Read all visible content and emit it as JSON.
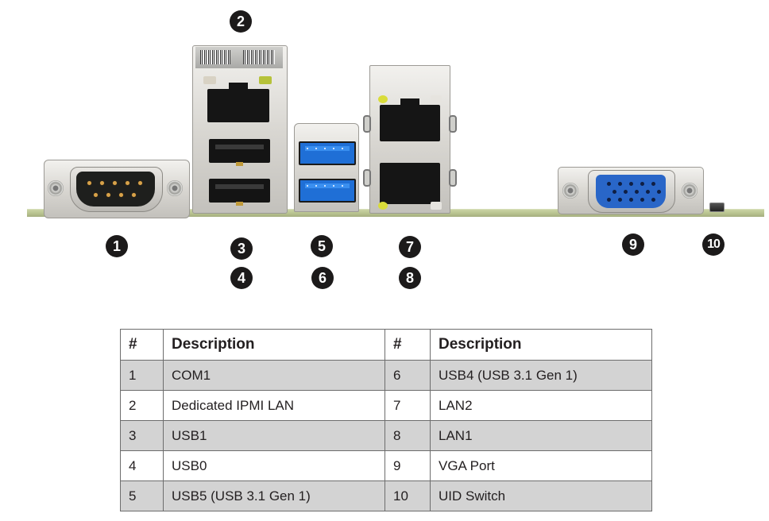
{
  "figure": {
    "title": "Rear I/O panel connectors",
    "callouts": [
      "1",
      "2",
      "3",
      "4",
      "5",
      "6",
      "7",
      "8",
      "9",
      "10"
    ]
  },
  "table": {
    "headers": [
      "#",
      "Description",
      "#",
      "Description"
    ],
    "rows": [
      {
        "num_left": "1",
        "desc_left": "COM1",
        "num_right": "6",
        "desc_right": "USB4 (USB 3.1 Gen 1)"
      },
      {
        "num_left": "2",
        "desc_left": "Dedicated IPMI LAN",
        "num_right": "7",
        "desc_right": "LAN2"
      },
      {
        "num_left": "3",
        "desc_left": "USB1",
        "num_right": "8",
        "desc_right": "LAN1"
      },
      {
        "num_left": "4",
        "desc_left": "USB0",
        "num_right": "9",
        "desc_right": "VGA Port"
      },
      {
        "num_left": "5",
        "desc_left": "USB5 (USB 3.1 Gen 1)",
        "num_right": "10",
        "desc_right": "UID Switch"
      }
    ]
  },
  "colors": {
    "callout_fill": "#1c1a1a",
    "row_shade": "#d3d3d3",
    "usb3_blue": "#1f6fd6",
    "vga_blue": "#2966c8",
    "board_green": "#b5c08c"
  }
}
